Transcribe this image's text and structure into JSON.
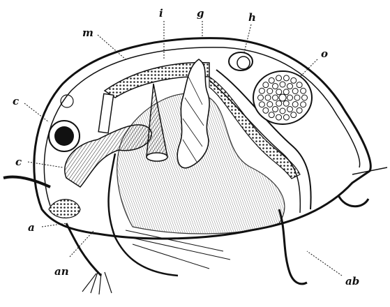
{
  "figure": {
    "labels": {
      "c_upper": "c",
      "c_lower": "c",
      "a": "a",
      "an": "an",
      "m": "m",
      "i": "i",
      "g": "g",
      "h": "h",
      "o": "o",
      "ab": "ab"
    }
  },
  "colors": {
    "ink": "#111111",
    "paper": "#ffffff"
  }
}
